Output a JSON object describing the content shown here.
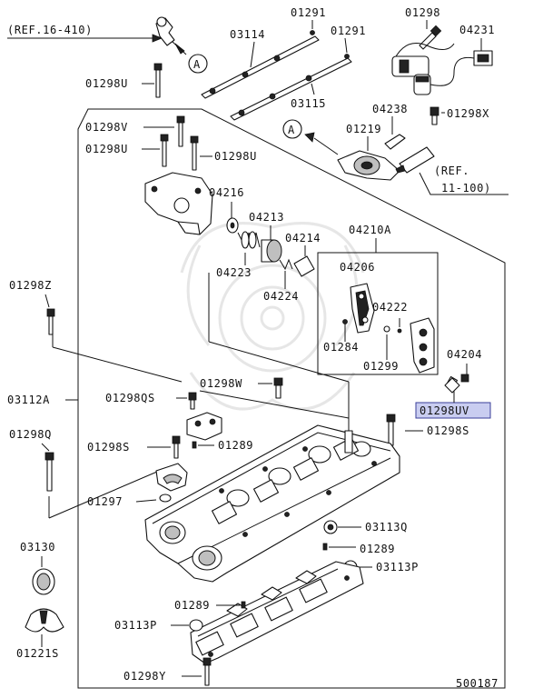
{
  "refs": {
    "ref_16_410": "(REF.16-410)",
    "ref_11_100_line1": "(REF.",
    "ref_11_100_line2": "11-100)"
  },
  "callout_marker": "A",
  "parts": {
    "p01291a": "01291",
    "p01298_top": "01298",
    "p03114": "03114",
    "p01291b": "01291",
    "p04231": "04231",
    "p01298U_a": "01298U",
    "p03115": "03115",
    "p04238": "04238",
    "p01298X": "01298X",
    "p01298V": "01298V",
    "p01219": "01219",
    "p01298U_b": "01298U",
    "p01298U_c": "01298U",
    "p04216": "04216",
    "p04213": "04213",
    "p04210A": "04210A",
    "p04214": "04214",
    "p04223": "04223",
    "p04206": "04206",
    "p04224": "04224",
    "p01298Z": "01298Z",
    "p04222": "04222",
    "p01284": "01284",
    "p04204": "04204",
    "p01299": "01299",
    "p01298W": "01298W",
    "p03112A": "03112A",
    "p01298QS": "01298QS",
    "p01298UV": "01298UV",
    "p01298Q": "01298Q",
    "p01298S_a": "01298S",
    "p01289_a": "01289",
    "p01298S_b": "01298S",
    "p01297": "01297",
    "p03113Q": "03113Q",
    "p03130": "03130",
    "p01289_b": "01289",
    "p03113P_a": "03113P",
    "p01289_c": "01289",
    "p03113P_b": "03113P",
    "p01221S": "01221S",
    "p01298Y": "01298Y"
  },
  "diagram_id": "500187",
  "colors": {
    "highlight_fill": "#c9cdf0",
    "highlight_border": "#3a3f9a"
  }
}
